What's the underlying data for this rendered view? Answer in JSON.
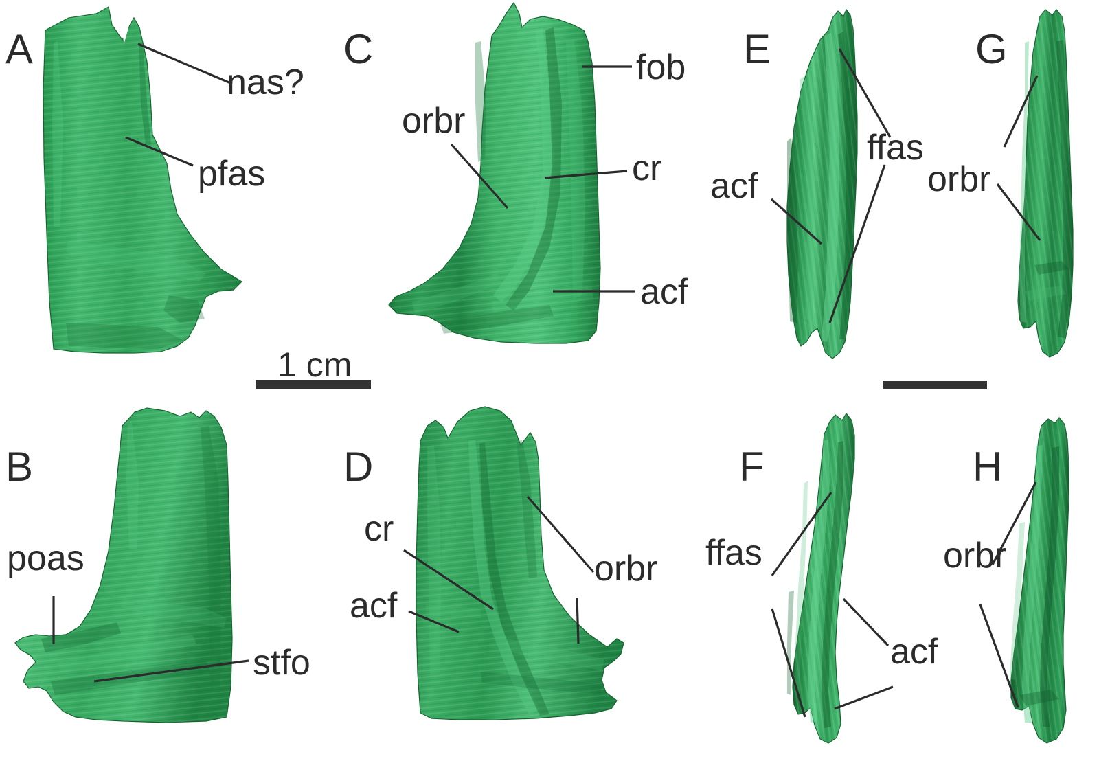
{
  "figure": {
    "type": "multi-panel anatomical 3D surface renderings",
    "background_color": "#ffffff",
    "bone_color_light": "#3fb268",
    "bone_color_mid": "#2e9b52",
    "bone_color_dark": "#1b7a3d",
    "label_color": "#2b2b2b",
    "leader_color": "#2b2b2b",
    "panel_count": 8
  },
  "panels": [
    {
      "letter": "A",
      "labels": [
        {
          "text": "nas?"
        },
        {
          "text": "pfas"
        }
      ]
    },
    {
      "letter": "B",
      "labels": [
        {
          "text": "poas"
        },
        {
          "text": "stfo"
        }
      ]
    },
    {
      "letter": "C",
      "labels": [
        {
          "text": "fob"
        },
        {
          "text": "orbr"
        },
        {
          "text": "cr"
        },
        {
          "text": "acf"
        }
      ]
    },
    {
      "letter": "D",
      "labels": [
        {
          "text": "cr"
        },
        {
          "text": "acf"
        },
        {
          "text": "orbr"
        }
      ]
    },
    {
      "letter": "E",
      "labels": [
        {
          "text": "acf"
        },
        {
          "text": "ffas"
        }
      ]
    },
    {
      "letter": "F",
      "labels": [
        {
          "text": "ffas"
        },
        {
          "text": "acf"
        }
      ]
    },
    {
      "letter": "G",
      "labels": [
        {
          "text": "orbr"
        }
      ]
    },
    {
      "letter": "H",
      "labels": [
        {
          "text": "orbr"
        }
      ]
    }
  ],
  "scale_bars": [
    {
      "label": "1 cm",
      "position": "left-center"
    },
    {
      "label": "",
      "position": "right-center"
    }
  ],
  "label_texts": {
    "nas_q": "nas?",
    "pfas": "pfas",
    "poas": "poas",
    "stfo": "stfo",
    "fob": "fob",
    "orbr": "orbr",
    "cr": "cr",
    "acf": "acf",
    "ffas": "ffas"
  },
  "panel_letters": {
    "a": "A",
    "b": "B",
    "c": "C",
    "d": "D",
    "e": "E",
    "f": "F",
    "g": "G",
    "h": "H"
  },
  "scale": {
    "one_cm": "1 cm"
  }
}
